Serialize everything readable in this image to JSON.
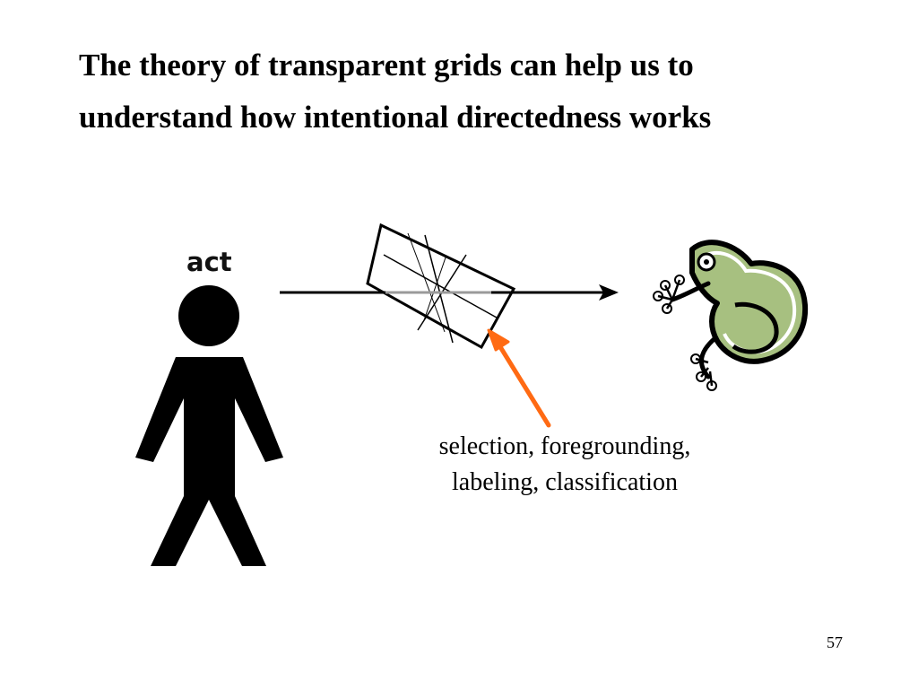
{
  "slide": {
    "title_lines": [
      "The theory of transparent grids can help us to",
      "understand how intentional directedness works"
    ],
    "act_label": "act",
    "caption_lines": [
      "selection, foregrounding,",
      "labeling, classification"
    ],
    "page_number": "57"
  },
  "icons": {
    "person": "person-icon",
    "frog": "frog-icon",
    "grid": "transparent-grid",
    "arrow": "orange-arrow"
  },
  "colors": {
    "figure": "#000000",
    "pointer_arrow": "#ff6a13",
    "frog_fill": "#a7c080",
    "grid_axis_gray": "#9a9a9a"
  }
}
